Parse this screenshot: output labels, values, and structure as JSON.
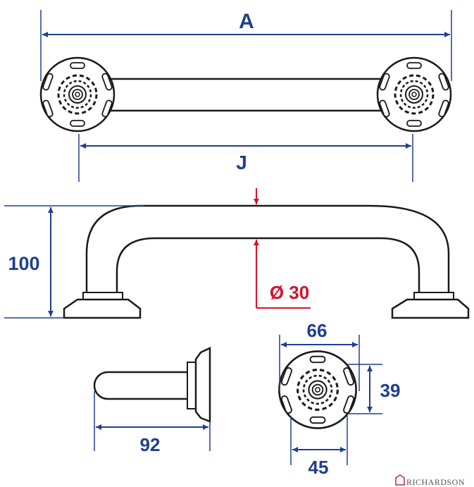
{
  "dimensions": {
    "overall_length": "A",
    "fixing_centres": "J",
    "height": "100",
    "tube_diameter": "Ø 30",
    "flange_diameter": "66",
    "flange_hole_spacing_vertical": "39",
    "flange_hole_spacing_horizontal": "45",
    "projection": "92"
  },
  "brand": {
    "name": "RICHARDSON"
  },
  "colors": {
    "dimension_line": "#1f3f8f",
    "diameter_line": "#d6132a",
    "outline": "#1a1a1a",
    "brand_text": "#555555"
  }
}
